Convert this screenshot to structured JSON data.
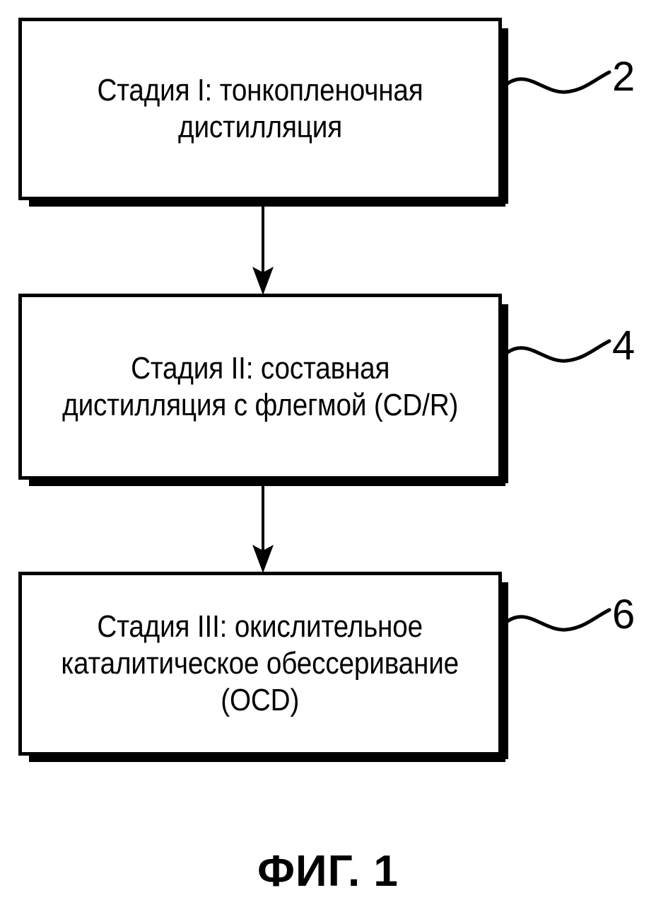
{
  "figure": {
    "caption": "ФИГ. 1",
    "type": "patent-flowchart",
    "orientation": "vertical",
    "background_color": "#ffffff",
    "line_color": "#000000"
  },
  "steps": [
    {
      "id": "stage-1",
      "label": "Стадия I: тонкопленочная\nдистилляция",
      "reference_numeral": "2"
    },
    {
      "id": "stage-2",
      "label": "Стадия II: составная\nдистилляция с флегмой (CD/R)",
      "reference_numeral": "4"
    },
    {
      "id": "stage-3",
      "label": "Стадия III: окислительное\nкаталитическое обессеривание\n(OCD)",
      "reference_numeral": "6"
    }
  ],
  "connectors": [
    {
      "id": "arrow-1-2",
      "from": "stage-1",
      "to": "stage-2",
      "style": "solid-arrow-down"
    },
    {
      "id": "arrow-2-3",
      "from": "stage-2",
      "to": "stage-3",
      "style": "solid-arrow-down"
    }
  ],
  "leaders": [
    {
      "id": "leader-2",
      "target": "stage-1",
      "numeral": "2",
      "style": "wavy-s-curve"
    },
    {
      "id": "leader-4",
      "target": "stage-2",
      "numeral": "4",
      "style": "wavy-s-curve"
    },
    {
      "id": "leader-6",
      "target": "stage-3",
      "numeral": "6",
      "style": "wavy-s-curve"
    }
  ]
}
